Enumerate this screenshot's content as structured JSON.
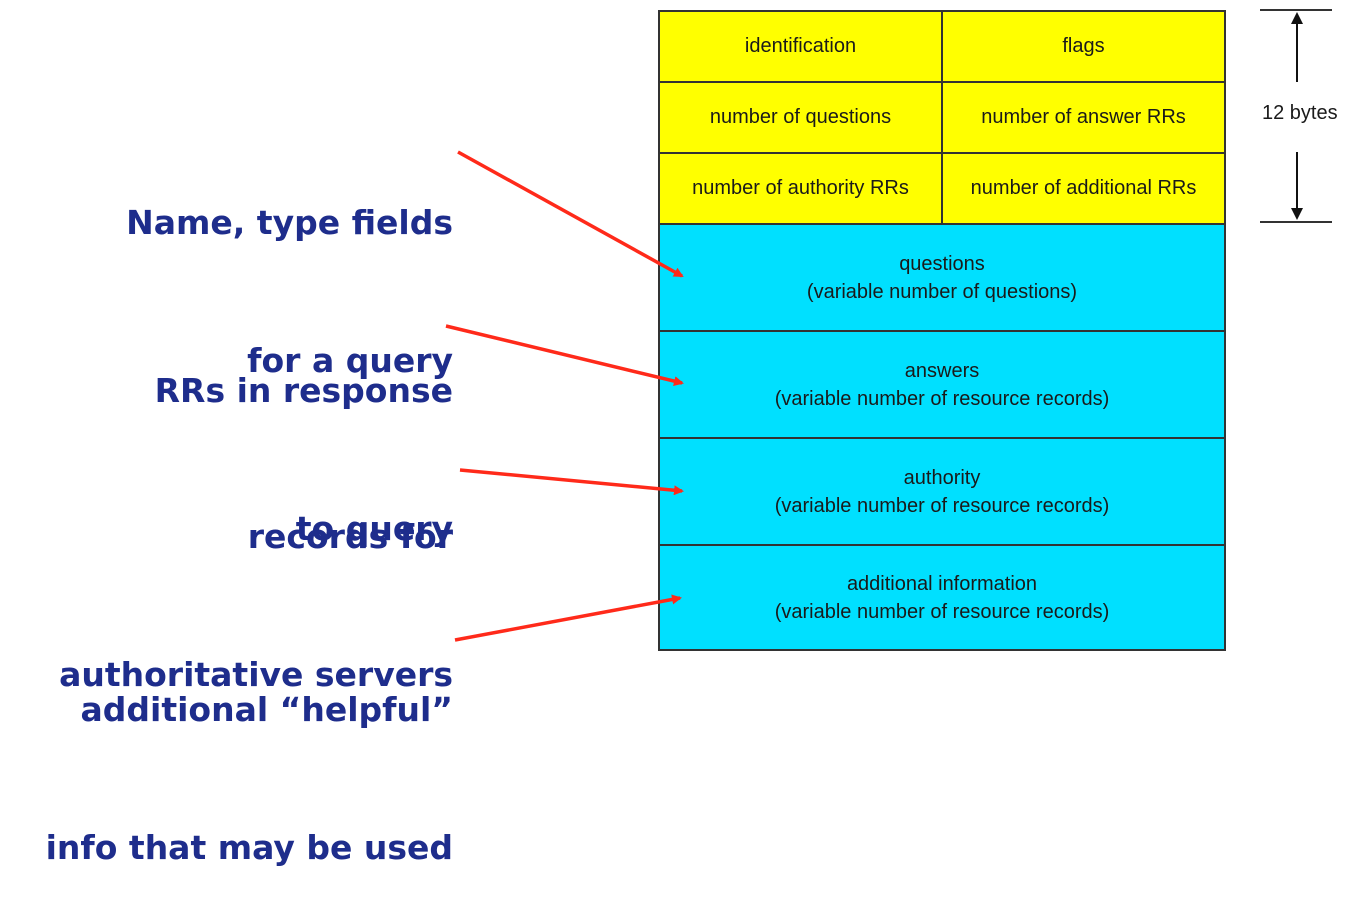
{
  "header": {
    "rows": [
      {
        "left": "identification",
        "right": "flags"
      },
      {
        "left": "number of questions",
        "right": "number of answer RRs"
      },
      {
        "left": "number of authority RRs",
        "right": "number of additional RRs"
      }
    ],
    "size_label": "12 bytes"
  },
  "sections": [
    {
      "title": "questions",
      "subtitle": "(variable number of questions)"
    },
    {
      "title": "answers",
      "subtitle": "(variable number of resource records)"
    },
    {
      "title": "authority",
      "subtitle": "(variable number of resource  records)"
    },
    {
      "title": "additional information",
      "subtitle": "(variable number of resource records)"
    }
  ],
  "labels": [
    {
      "line1": "Name, type fields",
      "line2": "for a query"
    },
    {
      "line1": "RRs in response",
      "line2": "to query"
    },
    {
      "line1": "records for",
      "line2": "authoritative servers"
    },
    {
      "line1": "additional “helpful”",
      "line2": "info that may be used"
    }
  ],
  "colors": {
    "header_fill": "#ffff00",
    "section_fill": "#00e0ff",
    "label_text": "#1e2d8c",
    "arrow": "#ff2a1a"
  }
}
